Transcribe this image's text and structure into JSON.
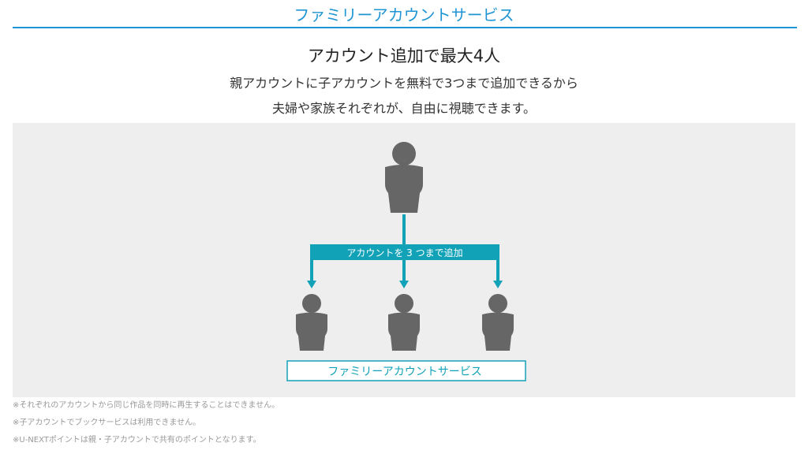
{
  "section_title": "ファミリーアカウントサービス",
  "headline": "アカウント追加で最大4人",
  "description": [
    "親アカウントに子アカウントを無料で3つまで追加できるから",
    "夫婦や家族それぞれが、自由に視聴できます。"
  ],
  "diagram": {
    "add_label": "アカウントを 3 つまで追加",
    "service_label": "ファミリーアカウントサービス",
    "accent_color": "#12a2b8",
    "person_color": "#666666",
    "icons": [
      "person-icon",
      "arrow-down-icon"
    ]
  },
  "notes": [
    "※それぞれのアカウントから同じ作品を同時に再生することはできません。",
    "※子アカウントでブックサービスは利用できません。",
    "※U-NEXTポイントは親・子アカウントで共有のポイントとなります。"
  ]
}
